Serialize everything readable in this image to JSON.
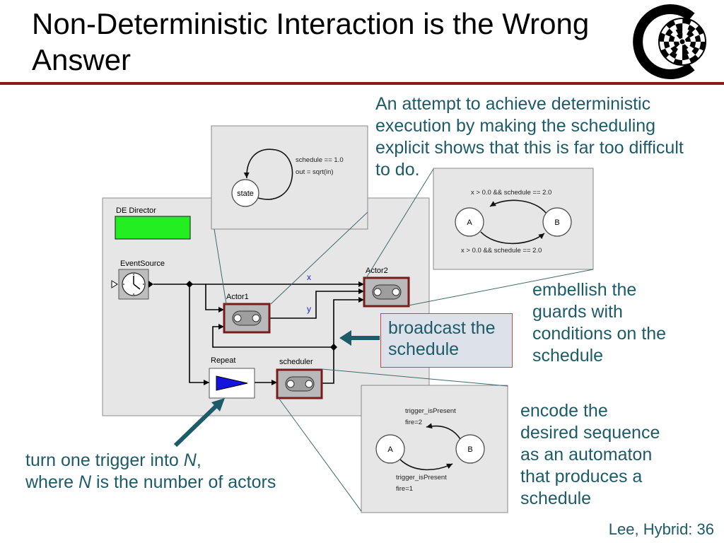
{
  "title": {
    "line1": "Non-Deterministic Interaction is the Wrong",
    "line2": "Answer"
  },
  "callouts": {
    "attempt": [
      "An attempt to achieve deterministic",
      "execution by making the scheduling",
      "explicit shows that this is far too difficult",
      "to do."
    ],
    "embellish": [
      "embellish the",
      "guards with",
      "conditions on the",
      "schedule"
    ],
    "encode": [
      "encode the",
      "desired sequence",
      "as an automaton",
      "that produces a",
      "schedule"
    ],
    "broadcast": [
      "broadcast the",
      "schedule"
    ],
    "trigger": {
      "line1_pre": "turn one trigger into ",
      "n": "N",
      "line1_post": ",",
      "line2_pre": "where ",
      "line2_post": " is the number of actors"
    }
  },
  "model": {
    "director": "DE Director",
    "event_source": "EventSource",
    "actor1": "Actor1",
    "actor2": "Actor2",
    "repeat": "Repeat",
    "scheduler": "scheduler",
    "port_x": "x",
    "port_y": "y"
  },
  "actor1_fsm": {
    "state": "state",
    "guard": "schedule == 1.0",
    "action": "out = sqrt(in)"
  },
  "actor2_fsm": {
    "state_a": "A",
    "state_b": "B",
    "guard_top": "x > 0.0 && schedule == 2.0",
    "guard_bottom": "x > 0.0 && schedule == 2.0"
  },
  "scheduler_fsm": {
    "state_a": "A",
    "state_b": "B",
    "top_guard": "trigger_isPresent",
    "top_action": "fire=2",
    "bottom_guard": "trigger_isPresent",
    "bottom_action": "fire=1"
  },
  "footer": "Lee, Hybrid: 36",
  "icons": {
    "logo": "checkered-c-logo",
    "event_source": "clock-icon",
    "repeat": "play-triangle-icon",
    "actor": "actor-icon"
  },
  "colors": {
    "text_accent": "#1d5b69",
    "title_rule": "#8b1a1a",
    "director": "#22ee22",
    "actor_border": "#7a1c1c",
    "broadcast_border": "#d24040",
    "port_label": "#2222cc"
  }
}
